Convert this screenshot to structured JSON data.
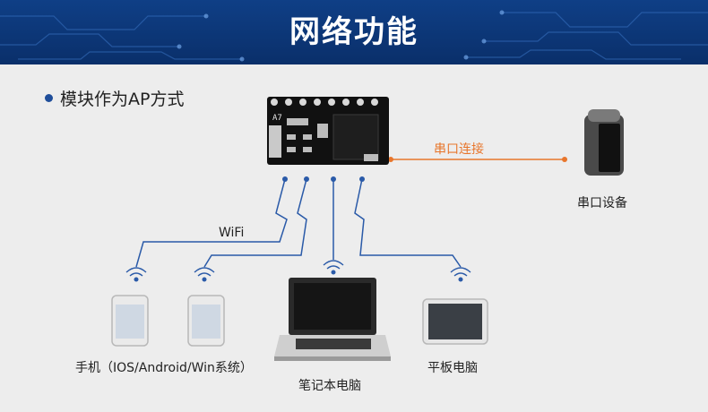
{
  "header": {
    "title": "网络功能"
  },
  "subtitle": "模块作为AP方式",
  "module": {
    "silkscreen": "A7"
  },
  "serial_link": {
    "label": "串口连接",
    "color": "#e8762c"
  },
  "serial_device": {
    "label": "串口设备"
  },
  "wifi": {
    "label": "WiFi"
  },
  "devices": {
    "phones_label": "手机（IOS/Android/Win系统）",
    "laptop_label": "笔记本电脑",
    "tablet_label": "平板电脑"
  },
  "colors": {
    "banner": "#0f3f86",
    "wire": "#2a5aa8",
    "background": "#ededed"
  }
}
